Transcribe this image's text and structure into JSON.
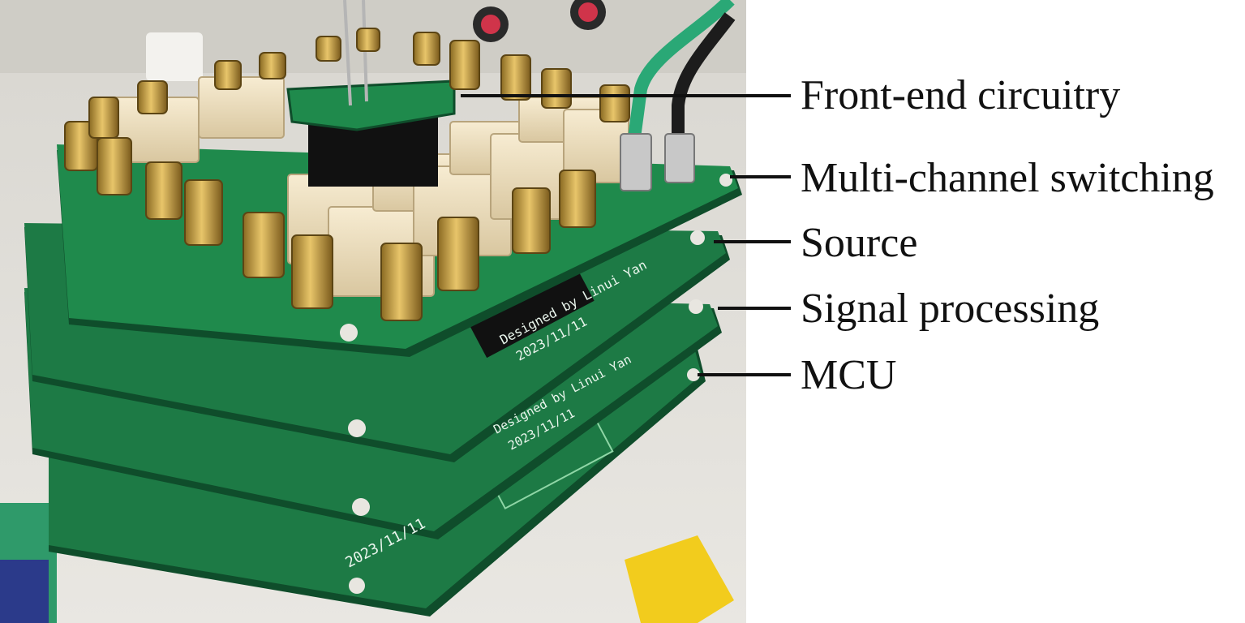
{
  "labels": {
    "front_end": "Front-end circuitry",
    "switching": "Multi-channel switching",
    "source": "Source",
    "signal": "Signal processing",
    "mcu": "MCU"
  },
  "boards": {
    "silkscreen": "Designed by Linui Yan",
    "date": "2023/11/11"
  },
  "colors": {
    "pcb": "#1d7a45",
    "pcb_dark": "#0f4d2b",
    "gold": "#c9a24a",
    "relay": "#eee0c2",
    "background": "#e8e6e0",
    "tape": "#f2cc1d"
  }
}
